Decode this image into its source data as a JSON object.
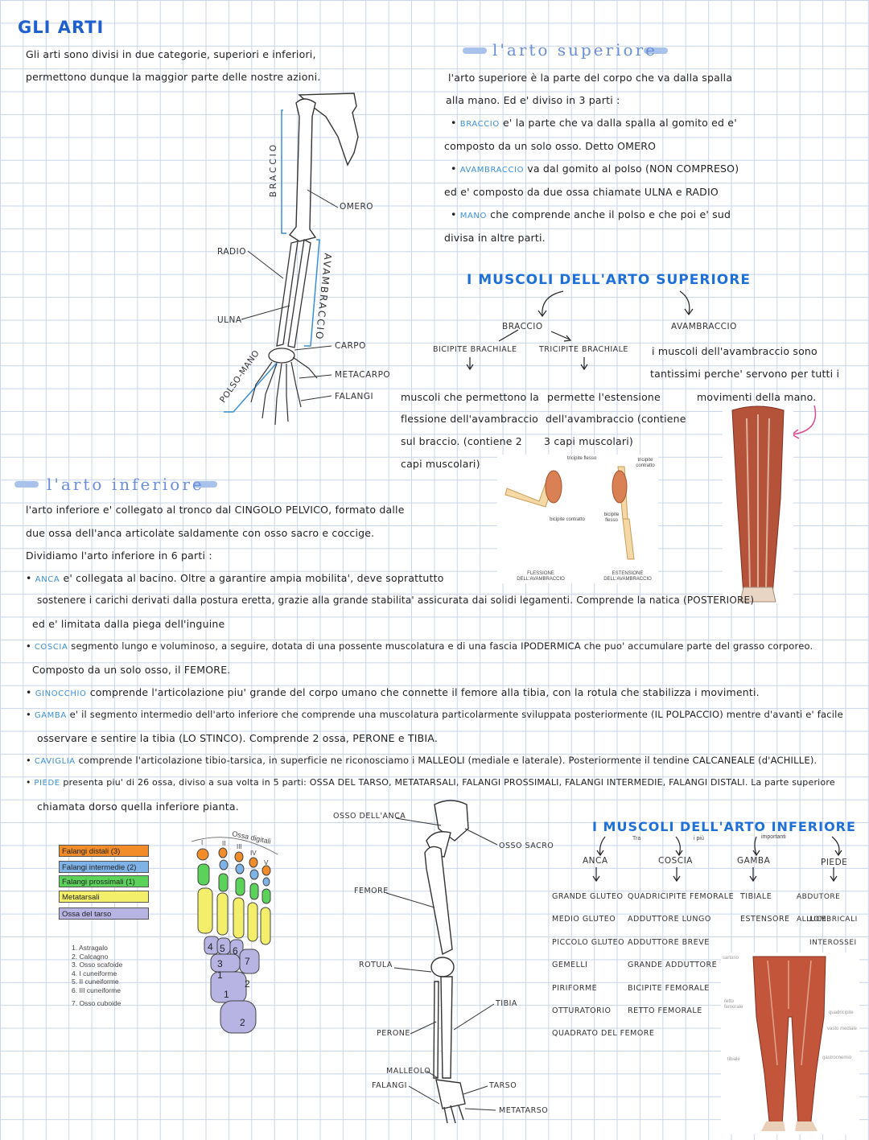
{
  "title": "GLI ARTI",
  "intro": [
    "Gli arti sono divisi in due categorie, superiori e inferiori,",
    "permettono dunque la maggior parte delle nostre azioni."
  ],
  "arm_diagram": {
    "braccio": "BRACCIO",
    "avambraccio": "AVAMBRACCIO",
    "polso_mano": "POLSO-MANO",
    "omero": "OMERO",
    "radio": "RADIO",
    "ulna": "ULNA",
    "carpo": "CARPO",
    "metacarpo": "METACARPO",
    "falangi": "FALANGI"
  },
  "upper": {
    "heading": "l'arto superiore",
    "lines": [
      "l'arto superiore è la parte del corpo che va dalla spalla",
      "alla mano. Ed e' diviso in 3 parti :"
    ],
    "b1_term": "BRACCIO",
    "b1_rest": "e' la parte che va dalla spalla al gomito ed e'",
    "b1_line2": "composto da un solo osso. Detto OMERO",
    "b2_term": "AVAMBRACCIO",
    "b2_rest": "va dal gomito al polso (NON COMPRESO)",
    "b2_line2": "ed e' composto da due ossa chiamate ULNA e RADIO",
    "b3_term": "MANO",
    "b3_rest": "che comprende anche il polso e che poi e' sud",
    "b3_line2": "divisa in altre parti."
  },
  "upper_muscles": {
    "heading": "I MUSCOLI DELL'ARTO SUPERIORE",
    "braccio": "BRACCIO",
    "avambraccio": "AVAMBRACCIO",
    "bicipite": "BICIPITE BRACHIALE",
    "tricipite": "TRICIPITE BRACHIALE",
    "bicipite_desc": [
      "muscoli che permettono la",
      "flessione dell'avambraccio",
      "sul braccio. (contiene 2",
      "capi muscolari)"
    ],
    "tricipite_desc": [
      "permette l'estensione",
      "dell'avambraccio (contiene",
      "3 capi muscolari)"
    ],
    "avambraccio_desc": [
      "i muscoli dell'avambraccio sono",
      "tantissimi perche' servono per tutti i",
      "movimenti della mano."
    ],
    "fig_labels": {
      "tricipite_flesso": "tricipite flesso",
      "tricipite_contratto": "tricipite contratto",
      "bicipite_contratto": "bicipite contratto",
      "bicipite_flesso": "bicipite flesso",
      "flessione": "FLESSIONE DELL'AVAMBRACCIO",
      "estensione": "ESTENSIONE DELL'AVAMBRACCIO"
    }
  },
  "lower": {
    "heading": "l'arto inferiore",
    "lines": [
      "l'arto inferiore e' collegato al tronco dal CINGOLO PELVICO, formato dalle",
      "due ossa dell'anca articolate saldamente con osso sacro e coccige.",
      "Dividiamo l'arto inferiore in 6 parti :"
    ],
    "items": [
      {
        "term": "ANCA",
        "text": "e' collegata al bacino. Oltre a garantire ampia mobilita', deve soprattutto",
        "more": [
          "sostenere i carichi derivati dalla postura eretta, grazie alla grande stabilita' assicurata dai solidi legamenti. Comprende la natica (POSTERIORE)",
          "ed e' limitata dalla piega dell'inguine"
        ]
      },
      {
        "term": "COSCIA",
        "text": "segmento lungo e voluminoso, a seguire, dotata di una possente muscolatura e di una fascia IPODERMICA che puo' accumulare parte del grasso corporeo.",
        "more": [
          "Composto da un solo osso, il FEMORE."
        ]
      },
      {
        "term": "GINOCCHIO",
        "text": "comprende l'articolazione piu' grande del corpo umano che connette il femore alla tibia, con la rotula che stabilizza i movimenti.",
        "more": []
      },
      {
        "term": "GAMBA",
        "text": "e' il segmento intermedio dell'arto inferiore che comprende una muscolatura particolarmente sviluppata posteriormente (IL POLPACCIO) mentre d'avanti e' facile",
        "more": [
          "osservare e sentire la tibia (LO STINCO). Comprende 2 ossa, PERONE e TIBIA."
        ]
      },
      {
        "term": "CAVIGLIA",
        "text": "comprende l'articolazione tibio-tarsica, in superficie ne riconosciamo i MALLEOLI (mediale e laterale). Posteriormente il tendine CALCANEALE (d'ACHILLE).",
        "more": []
      },
      {
        "term": "PIEDE",
        "text": "presenta piu' di 26 ossa, diviso a sua volta in 5 parti: OSSA DEL TARSO, METATARSALI, FALANGI PROSSIMALI, FALANGI INTERMEDIE, FALANGI DISTALI. La parte superiore",
        "more": [
          "chiamata dorso quella inferiore pianta."
        ]
      }
    ]
  },
  "foot": {
    "legend": [
      {
        "label": "Falangi distali (3)",
        "color": "#f28c28"
      },
      {
        "label": "Falangi intermedie (2)",
        "color": "#7fb2e6"
      },
      {
        "label": "Falangi prossimali (1)",
        "color": "#5bd35b"
      },
      {
        "label": "Metatarsali",
        "color": "#f4ef6a"
      },
      {
        "label": "Ossa del tarso",
        "color": "#b7b3e3"
      }
    ],
    "list": [
      "1. Astragalo",
      "2. Calcagno",
      "3. Osso scafoide",
      "4. I cuneiforme",
      "5. II cuneiforme",
      "6. III cuneiforme",
      "7. Osso cuboide"
    ],
    "ossa_digitali": "Ossa digitali",
    "digits": [
      "I",
      "II",
      "III",
      "IV",
      "V"
    ]
  },
  "leg_diagram": {
    "osso_anca": "OSSO DELL'ANCA",
    "osso_sacro": "OSSO SACRO",
    "femore": "FEMORE",
    "rotula": "ROTULA",
    "tibia": "TIBIA",
    "perone": "PERONE",
    "malleolo": "MALLEOLO",
    "falangi": "FALANGI",
    "tarso": "TARSO",
    "metatarso": "METATARSO"
  },
  "lower_muscles": {
    "heading": "I MUSCOLI DELL'ARTO INFERIORE",
    "note": [
      "Tra",
      "i più",
      "importanti"
    ],
    "columns": [
      {
        "head": "ANCA",
        "items": [
          "GRANDE GLUTEO",
          "MEDIO GLUTEO",
          "PICCOLO GLUTEO",
          "GEMELLI",
          "PIRIFORME",
          "OTTURATORIO",
          "QUADRATO DEL FEMORE"
        ]
      },
      {
        "head": "COSCIA",
        "items": [
          "QUADRICIPITE FEMORALE",
          "ADDUTTORE LUNGO",
          "ADDUTTORE BREVE",
          "GRANDE ADDUTTORE",
          "BICIPITE FEMORALE",
          "RETTO FEMORALE"
        ]
      },
      {
        "head": "GAMBA",
        "items": [
          "TIBIALE",
          "ESTENSORE"
        ]
      },
      {
        "head": "PIEDE",
        "items": [
          "ABDUTORE ALLUCE",
          "LOMBRICALI",
          "INTEROSSEI"
        ]
      }
    ],
    "fig_labels": [
      "sartorio",
      "retto femorale",
      "quadricipite",
      "vasto mediale",
      "tibiale",
      "gastrocnemio"
    ]
  },
  "colors": {
    "title": "#1f5fd0",
    "accent": "#3a8fd6",
    "pill": "#a9c2ec",
    "muscle": "#b5523a"
  }
}
